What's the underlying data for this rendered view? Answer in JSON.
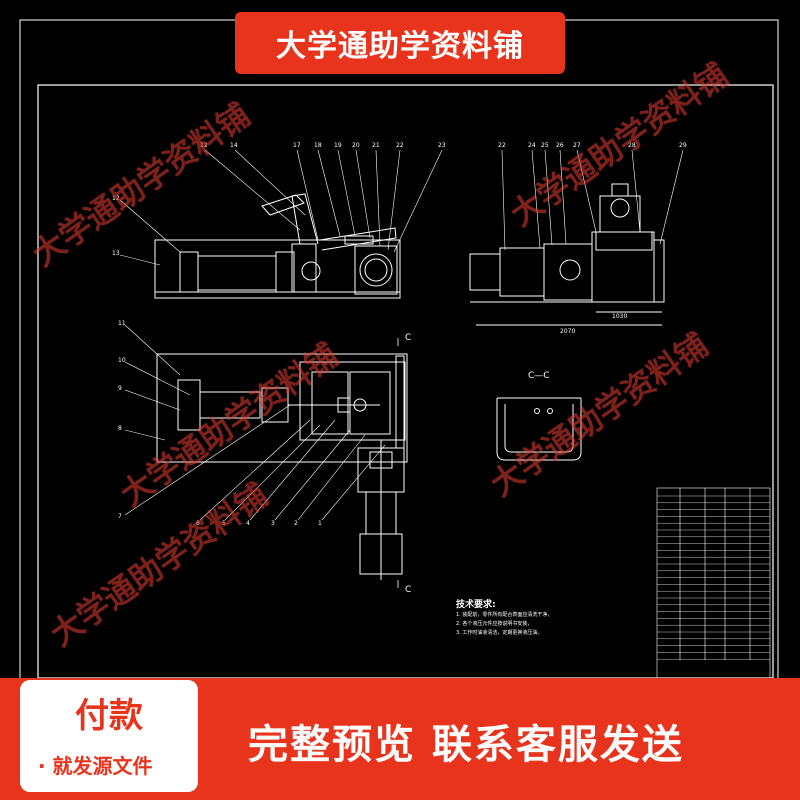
{
  "banner": {
    "title": "大学通助学资料铺"
  },
  "watermark": {
    "text": "大学通助学资料铺"
  },
  "drawing": {
    "section_label": "C—C",
    "section_marker": "C",
    "notes_title": "技术要求:",
    "notes": [
      "1. 装配前，零件所有配合表面应清洗干净，",
      "2. 各个液压元件应按说明书安装，",
      "3. 工作时油液清洁，定期更换液压油。"
    ],
    "dimension_main": "2070",
    "dimension_side": "1030"
  },
  "pay": {
    "title": "付款",
    "subtitle": "· 就发源文件"
  },
  "footer": {
    "text": "完整预览  联系客服发送"
  },
  "colors": {
    "accent": "#e8341c",
    "background": "#000000",
    "line": "#ffffff"
  }
}
